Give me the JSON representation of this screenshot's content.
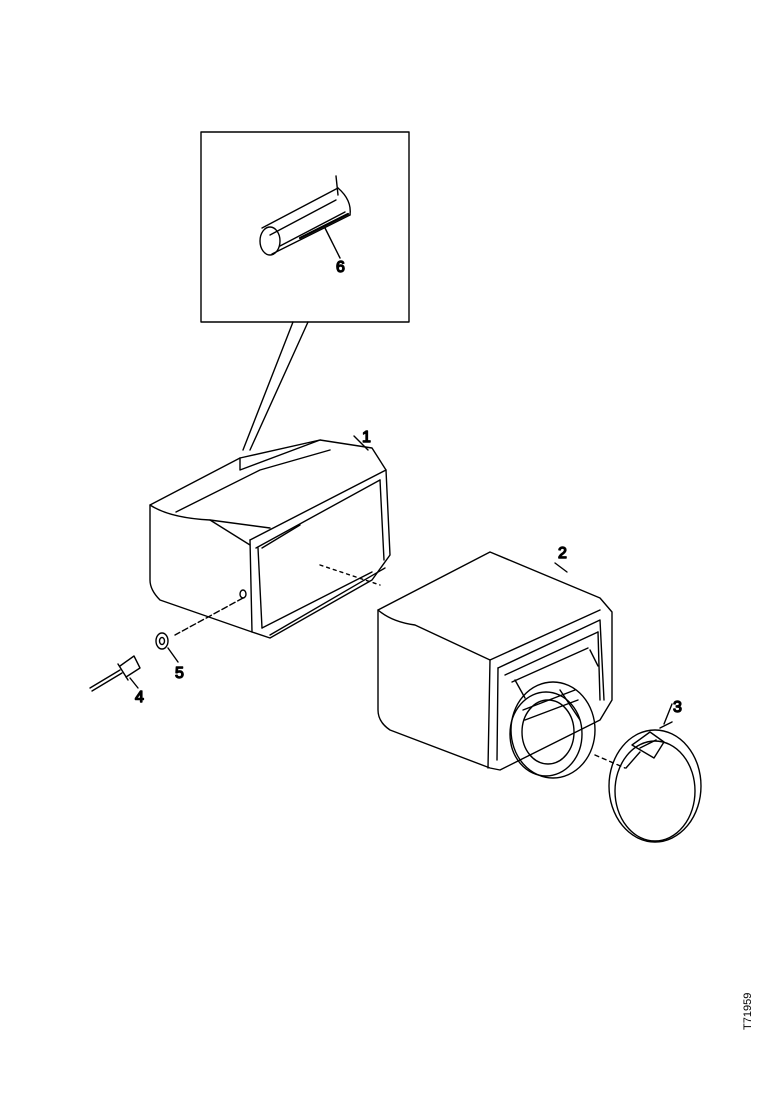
{
  "callouts": {
    "part_1": "1",
    "part_2": "2",
    "part_3": "3",
    "part_4": "4",
    "part_5": "5",
    "part_6": "6"
  },
  "document": {
    "drawing_number": "T71959"
  }
}
